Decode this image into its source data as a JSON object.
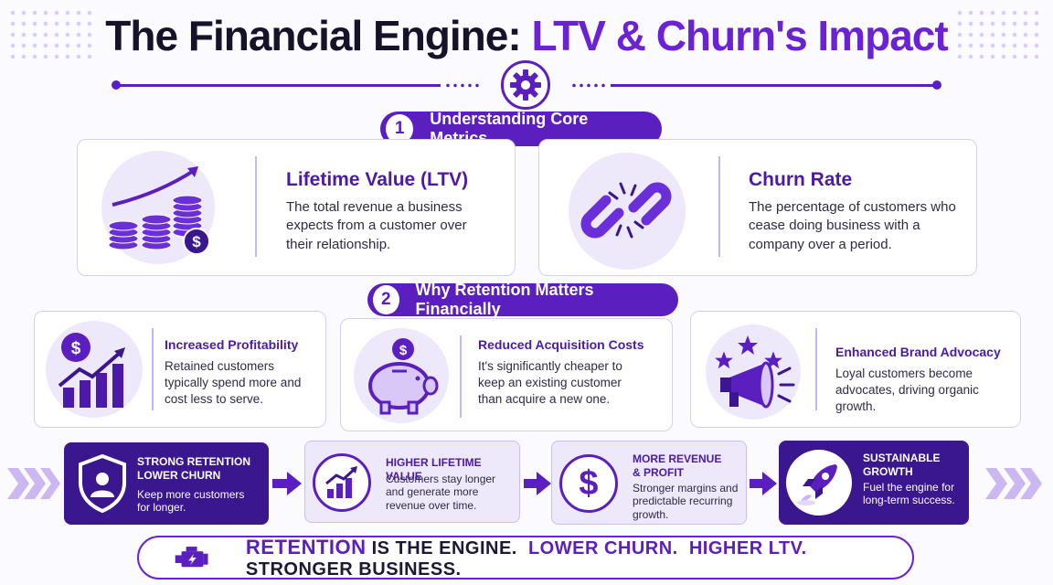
{
  "title": {
    "part1": "The Financial Engine: ",
    "part2": "LTV & Churn's Impact"
  },
  "section1": {
    "number": "1",
    "label": "Understanding Core Metrics",
    "cards": [
      {
        "title": "Lifetime Value (LTV)",
        "text": "The total revenue a business expects from a customer over their relationship.",
        "icon": "coin-stacks-growth-icon"
      },
      {
        "title": "Churn Rate",
        "text": "The percentage of customers who cease doing business with a company over a period.",
        "icon": "broken-chain-icon"
      }
    ]
  },
  "section2": {
    "number": "2",
    "label": "Why Retention Matters Financially",
    "cards": [
      {
        "title": "Increased Profitability",
        "text": "Retained customers typically spend more and cost less to serve.",
        "icon": "profit-chart-icon"
      },
      {
        "title": "Reduced Acquisition Costs",
        "text": "It's significantly cheaper to keep an existing customer than acquire a new one.",
        "icon": "piggy-bank-icon"
      },
      {
        "title": "Enhanced Brand Advocacy",
        "text": "Loyal customers become advocates, driving organic growth.",
        "icon": "megaphone-icon"
      }
    ]
  },
  "flow": [
    {
      "title1": "STRONG RETENTION",
      "title2": "LOWER CHURN",
      "text": "Keep more customers for longer.",
      "icon": "shield-user-icon"
    },
    {
      "title1": "HIGHER LIFETIME VALUE",
      "title2": "",
      "text": "Customers stay longer and generate more revenue over time.",
      "icon": "growth-chart-icon"
    },
    {
      "title1": "MORE REVENUE",
      "title2": "& PROFIT",
      "text": "Stronger margins and predictable recurring growth.",
      "icon": "dollar-icon"
    },
    {
      "title1": "SUSTAINABLE",
      "title2": "GROWTH",
      "text": "Fuel the engine for long-term success.",
      "icon": "rocket-icon"
    }
  ],
  "bottom": {
    "w1": "RETENTION",
    "w2": " IS THE ENGINE.",
    "w3": "LOWER CHURN.",
    "w4": "HIGHER LTV.",
    "w5": " STRONGER BUSINESS."
  },
  "colors": {
    "accent": "#5b1fbf",
    "dark": "#3a168f",
    "light": "#eee8fb"
  }
}
